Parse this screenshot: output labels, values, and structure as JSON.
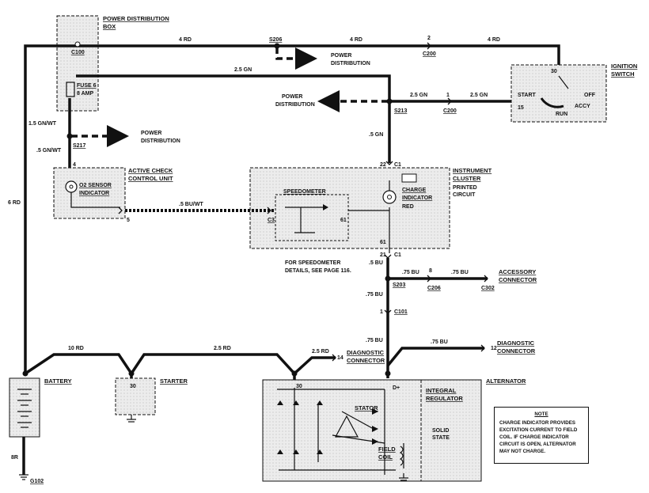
{
  "components": {
    "power_distribution_box": [
      "POWER DISTRIBUTION",
      "BOX"
    ],
    "fuse": [
      "FUSE 6",
      "8 AMP"
    ],
    "ignition_switch": [
      "IGNITION",
      "SWITCH"
    ],
    "ignition_positions": {
      "p30": "30",
      "p15": "15",
      "start": "START",
      "off": "OFF",
      "run": "RUN",
      "accy": "ACCY"
    },
    "active_check": [
      "ACTIVE CHECK",
      "CONTROL UNIT"
    ],
    "o2_indicator": [
      "O2 SENSOR",
      "INDICATOR"
    ],
    "instrument_cluster": [
      "INSTRUMENT",
      "CLUSTER"
    ],
    "printed_circuit": [
      "PRINTED",
      "CIRCUIT"
    ],
    "speedometer": "SPEEDOMETER",
    "charge_indicator": [
      "CHARGE",
      "INDICATOR"
    ],
    "red": "RED",
    "battery": "BATTERY",
    "starter": "STARTER",
    "alternator": "ALTERNATOR",
    "integral_regulator": [
      "INTEGRAL",
      "REGULATOR"
    ],
    "solid_state": [
      "SOLID",
      "STATE"
    ],
    "stator": "STATOR",
    "field_coil": [
      "FIELD",
      "COIL"
    ],
    "diagnostic_connector": [
      "DIAGNOSTIC",
      "CONNECTOR"
    ],
    "accessory_connector": [
      "ACCESSORY",
      "CONNECTOR"
    ],
    "power_distribution": [
      "POWER",
      "DISTRIBUTION"
    ],
    "speedo_ref": [
      "FOR SPEEDOMETER",
      "DETAILS, SEE PAGE 116."
    ]
  },
  "connectors": {
    "c100": "C100",
    "c200_top": "C200",
    "c200_mid": "C200",
    "c206": "C206",
    "c302": "C302",
    "c101": "C101",
    "c1_top": "C1",
    "c1_bot": "C1",
    "c3": "C3",
    "g102": "G102"
  },
  "splices": {
    "s206": "S206",
    "s213": "S213",
    "s217": "S217",
    "s203": "S203"
  },
  "pins": {
    "c200_top_pin": "2",
    "c200_mid_pin": "1",
    "c206_pin": "8",
    "c101_pin": "1",
    "ac_pin4": "4",
    "ac_pin5": "5",
    "c1_22": "22",
    "c1_21": "21",
    "speedo_61": "61",
    "cluster_61": "61",
    "starter_30": "30",
    "alt_30": "30",
    "alt_dplus": "D+",
    "diag_14": "14",
    "diag_12": "12"
  },
  "wires": {
    "w_4rd_a": "4 RD",
    "w_4rd_b": "4 RD",
    "w_4rd_c": "4 RD",
    "w_25gn_top": "2.5 GN",
    "w_25gn_a": "2.5 GN",
    "w_25gn_b": "2.5 GN",
    "w_15gnwt": "1.5 GN/WT",
    "w_05gnwt": ".5 GN/WT",
    "w_05gn": ".5 GN",
    "w_05buwt": ".5 BU/WT",
    "w_05bu": ".5 BU",
    "w_075bu_a": ".75 BU",
    "w_075bu_b": ".75 BU",
    "w_075bu_c": ".75 BU",
    "w_075bu_d": ".75 BU",
    "w_075bu_e": ".75 BU",
    "w_6rd": "6 RD",
    "w_10rd": "10 RD",
    "w_25rd_a": "2.5 RD",
    "w_25rd_b": "2.5 RD",
    "w_8br": "8R"
  },
  "note": {
    "title": "NOTE",
    "lines": [
      "CHARGE INDICATOR PROVIDES",
      "EXCITATION CURRENT TO FIELD",
      "COIL.  IF CHARGE INDICATOR",
      "CIRCUIT IS OPEN, ALTERNATOR",
      "MAY NOT CHARGE."
    ]
  }
}
